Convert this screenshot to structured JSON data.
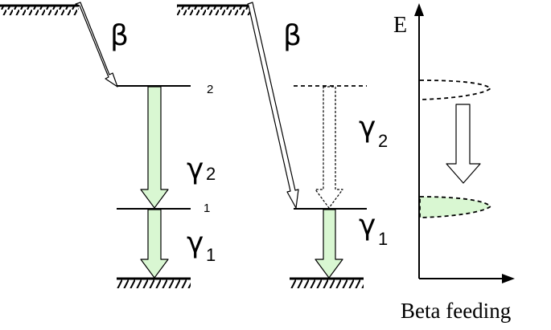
{
  "left_scheme": {
    "beta": "β",
    "level_upper": "2",
    "level_lower": "1",
    "gamma2": {
      "symbol": "γ",
      "sub": "2"
    },
    "gamma1": {
      "symbol": "γ",
      "sub": "1"
    }
  },
  "right_scheme": {
    "beta": "β",
    "gamma2": {
      "symbol": "γ",
      "sub": "2"
    },
    "gamma1": {
      "symbol": "γ",
      "sub": "1"
    }
  },
  "feeding_plot": {
    "axis_label": "E",
    "caption": "Beta feeding"
  },
  "colors": {
    "arrow_fill": "#d9f7d2",
    "peak_fill": "#d9f7d2",
    "line": "#000000"
  }
}
